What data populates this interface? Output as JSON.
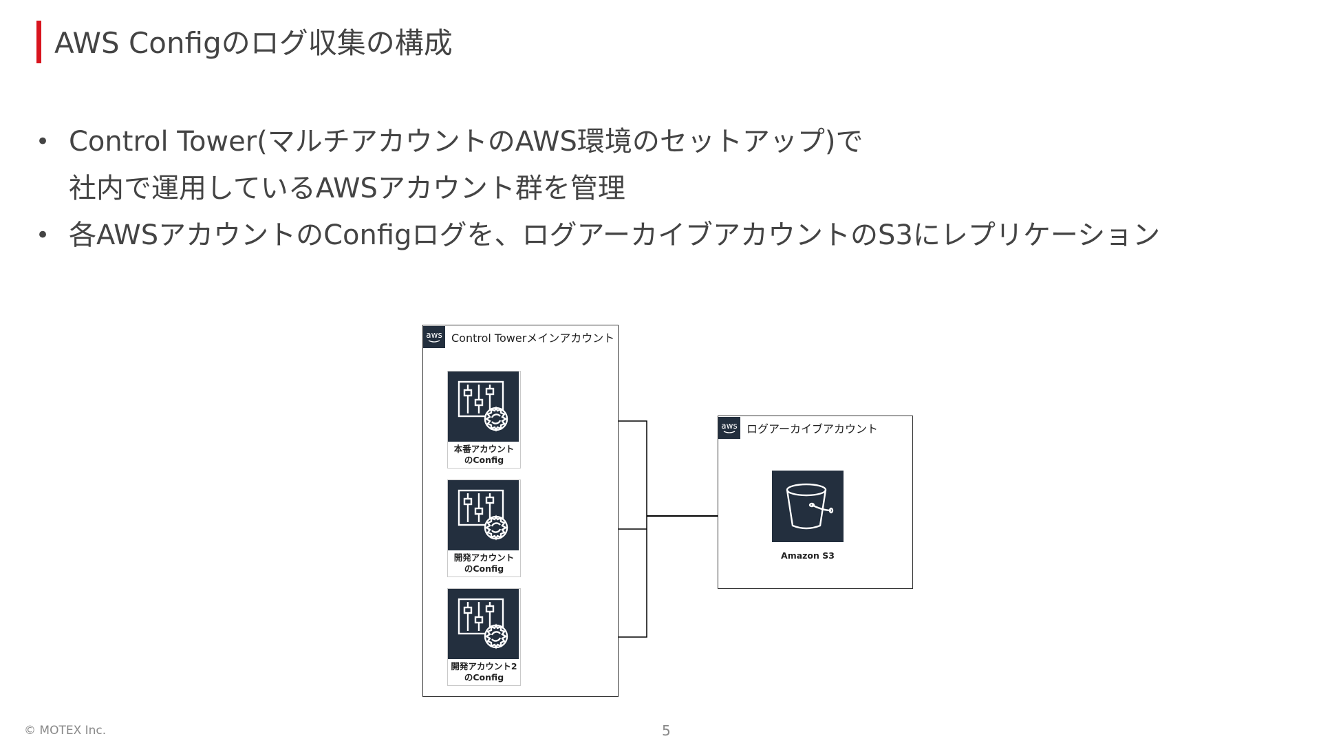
{
  "slide": {
    "title": "AWS Configのログ収集の構成",
    "bullets": [
      {
        "line1": "Control Tower(マルチアカウントのAWS環境のセットアップ)で",
        "line2": "社内で運用しているAWSアカウント群を管理"
      },
      {
        "line1": "各AWSアカウントのConfigログを、ログアーカイブアカウントのS3にレプリケーション"
      }
    ],
    "bullet_symbol": "•"
  },
  "diagram": {
    "aws_logo_text": "aws",
    "main_account": {
      "label": "Control Towerメインアカウント",
      "services": [
        {
          "line1": "本番アカウント",
          "line2": "のConfig"
        },
        {
          "line1": "開発アカウント",
          "line2": "のConfig"
        },
        {
          "line1": "開発アカウント2",
          "line2": "のConfig"
        }
      ]
    },
    "log_archive_account": {
      "label": "ログアーカイブアカウント",
      "service_label": "Amazon S3"
    },
    "colors": {
      "accent": "#d8141e",
      "icon_bg": "#232f3e",
      "border": "#333333"
    }
  },
  "footer": {
    "copyright": "© MOTEX Inc.",
    "page_number": "5"
  }
}
